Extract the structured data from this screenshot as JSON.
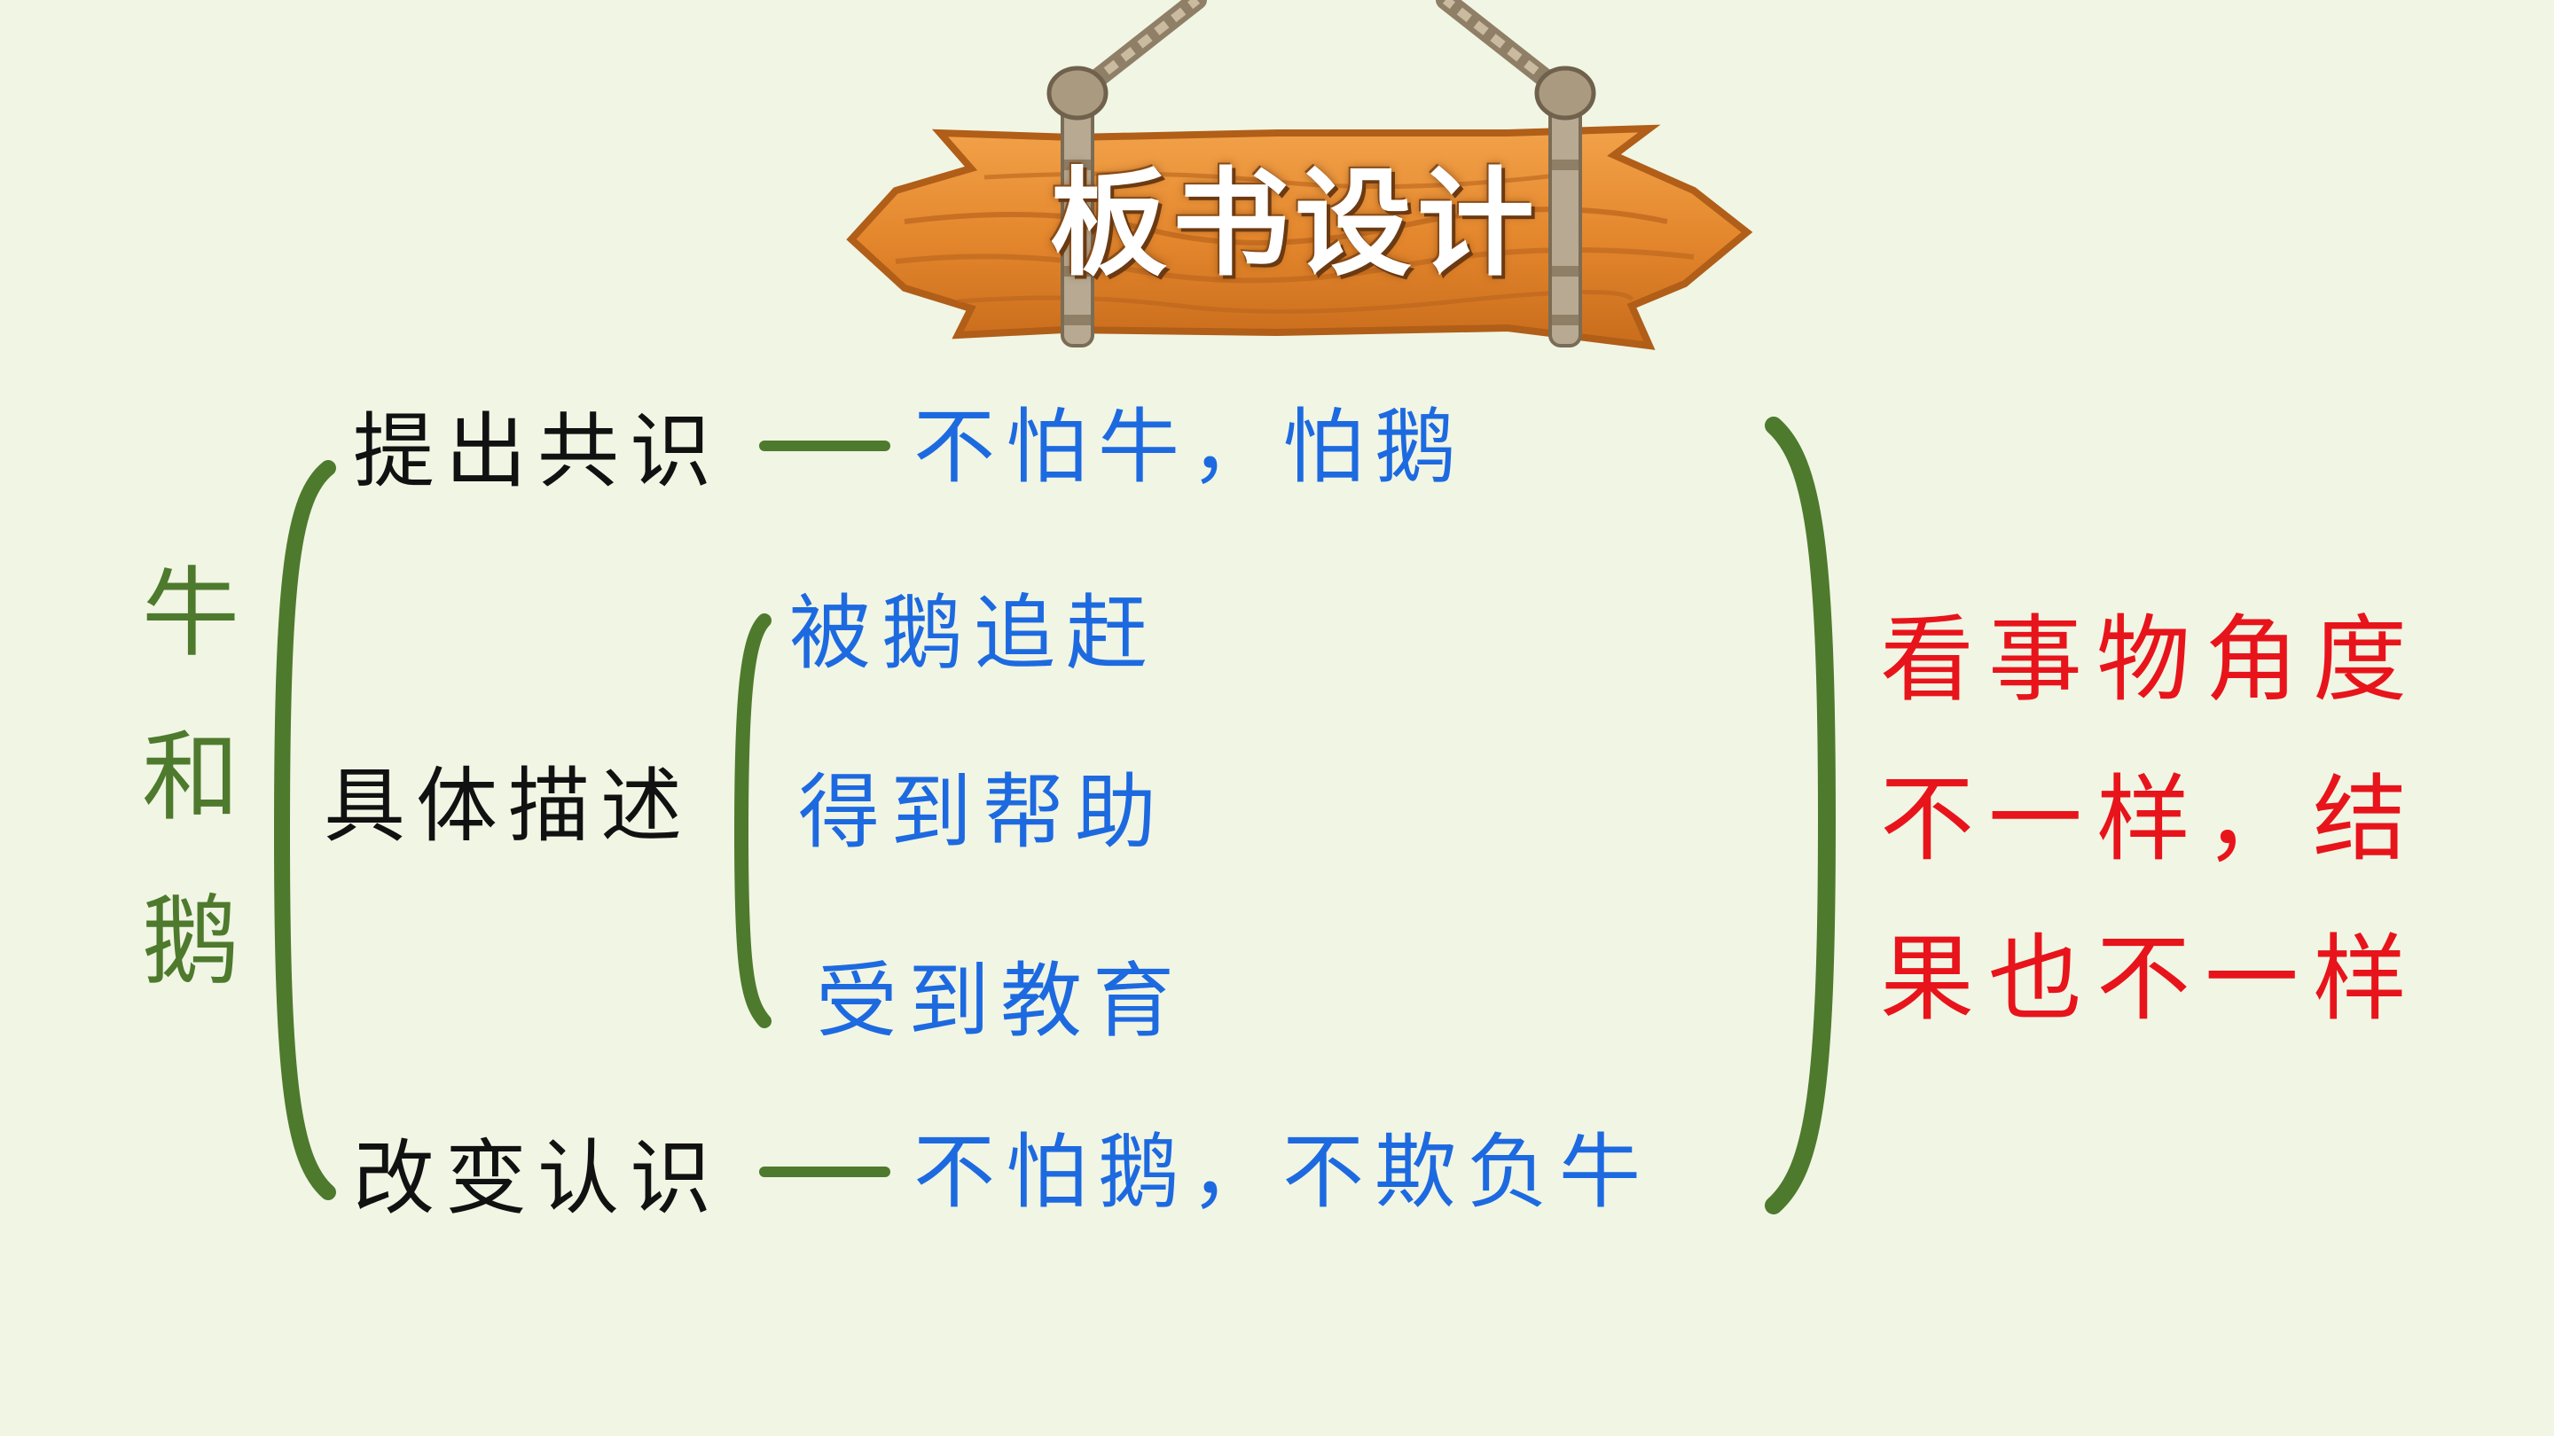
{
  "sign": {
    "title": "板书设计"
  },
  "topic": [
    "牛",
    "和",
    "鹅"
  ],
  "rows": {
    "row1": {
      "heading": "提出共识",
      "dash": "—",
      "content": "不怕牛，怕鹅"
    },
    "row2": {
      "heading": "具体描述",
      "items": [
        "被鹅追赶",
        "得到帮助",
        "受到教育"
      ]
    },
    "row3": {
      "heading": "改变认识",
      "dash": "—",
      "content": "不怕鹅，不欺负牛"
    }
  },
  "conclusion": {
    "lines": [
      "看事物角度",
      "不一样，结",
      "果也不一样"
    ]
  },
  "colors": {
    "background": "#f1f5e4",
    "topic": "#4e7a2d",
    "bracket": "#4e7a2d",
    "heading": "#111111",
    "content": "#1d6ae0",
    "conclusion": "#e8141b",
    "wood": "#e08a32"
  }
}
